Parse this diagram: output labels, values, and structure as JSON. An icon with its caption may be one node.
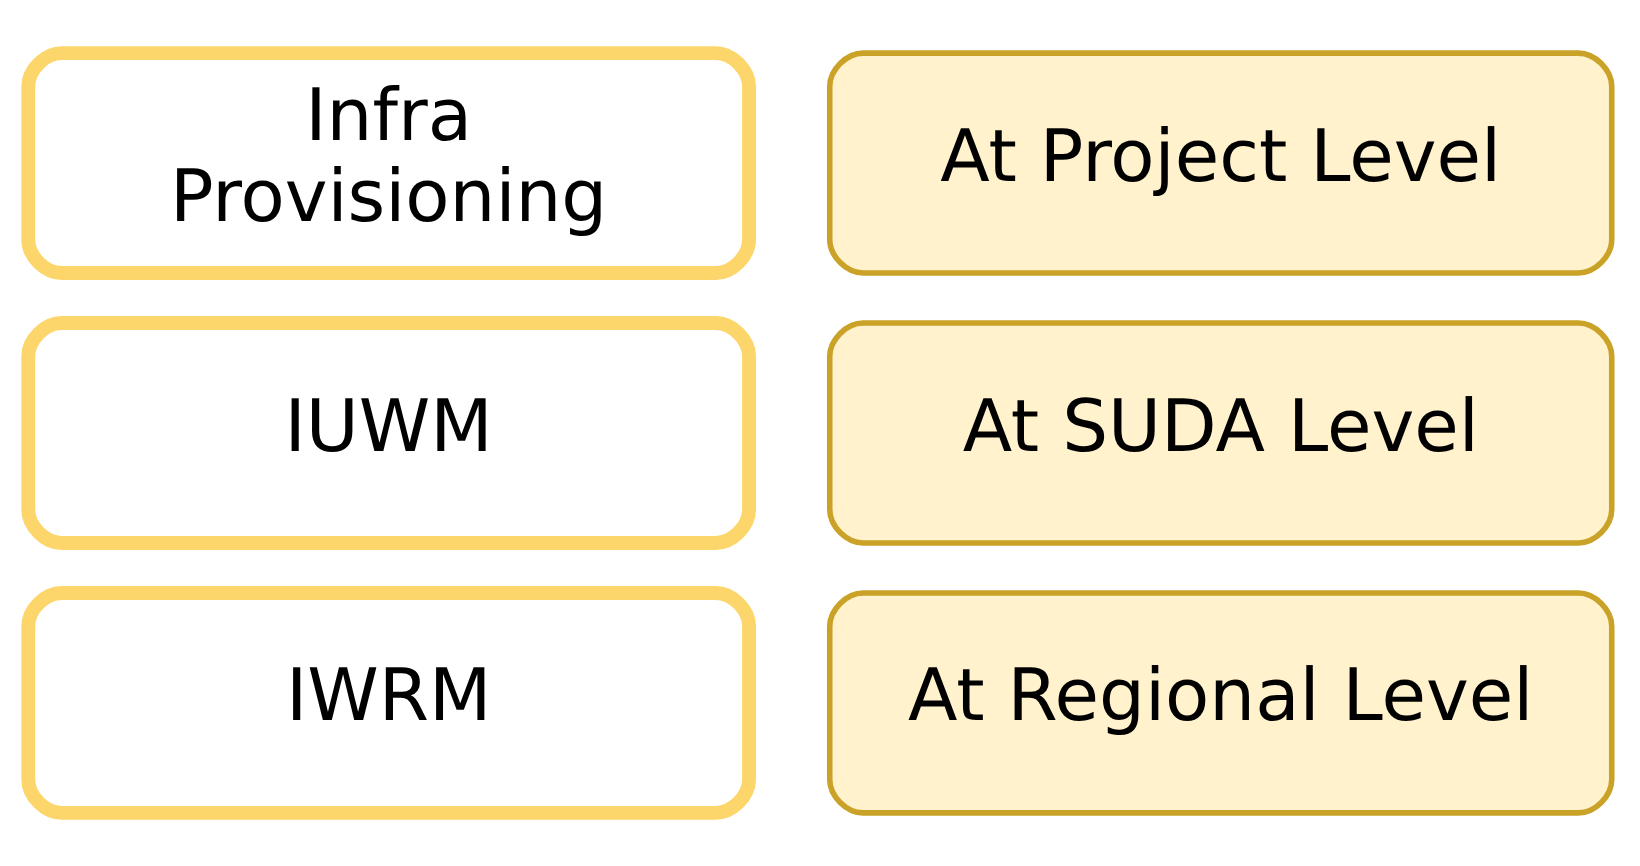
{
  "diagram": {
    "nodes": [
      {
        "text": [
          "IWRM"
        ]
      },
      {
        "text": [
          "At Regional Level"
        ]
      },
      {
        "text": [
          "IUWM"
        ]
      },
      {
        "text": [
          "At SUDA Level"
        ]
      },
      {
        "text": [
          "Infra Provisioning"
        ]
      },
      {
        "text": [
          "At Project Level"
        ]
      }
    ]
  }
}
